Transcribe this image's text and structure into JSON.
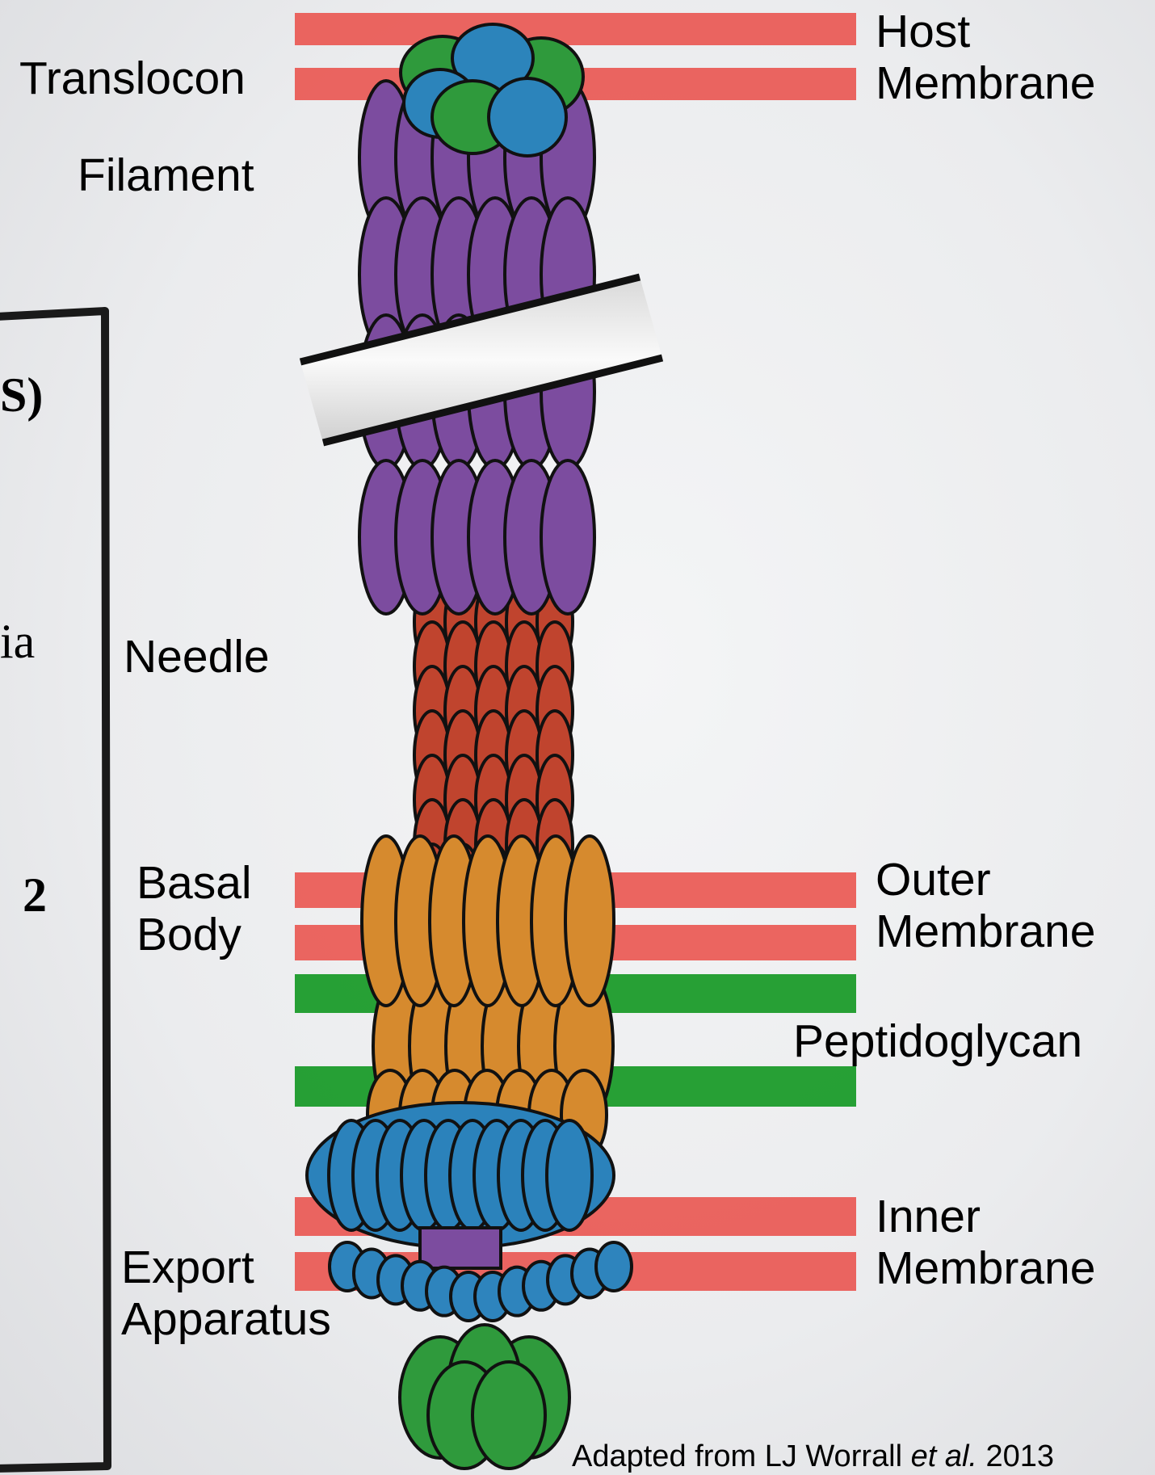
{
  "labels": {
    "translocon": "Translocon",
    "filament": "Filament",
    "needle": "Needle",
    "basal_body_line1": "Basal",
    "basal_body_line2": "Body",
    "export_apparatus_line1": "Export",
    "export_apparatus_line2": "Apparatus",
    "host_membrane_line1": "Host",
    "host_membrane_line2": "Membrane",
    "outer_membrane_line1": "Outer",
    "outer_membrane_line2": "Membrane",
    "peptidoglycan": "Peptidoglycan",
    "inner_membrane_line1": "Inner",
    "inner_membrane_line2": "Membrane"
  },
  "side_panel_fragments": {
    "frag1": "S)",
    "frag2": "ia",
    "frag3": "2"
  },
  "credit": {
    "prefix": "Adapted from LJ Worrall ",
    "italic": "et al.",
    "suffix": " 2013"
  },
  "colors": {
    "membrane": "#ea5d57",
    "peptidoglycan": "#1b9b2a",
    "translocon_blue": "#2c84bb",
    "translocon_green": "#2f9a3c",
    "filament": "#7c4c9f",
    "needle": "#c0442e",
    "basal_body": "#d68a2e",
    "basal_ring": "#2b82bb",
    "export_apparatus": "#2e84bd",
    "export_base": "#2f9a3c"
  }
}
